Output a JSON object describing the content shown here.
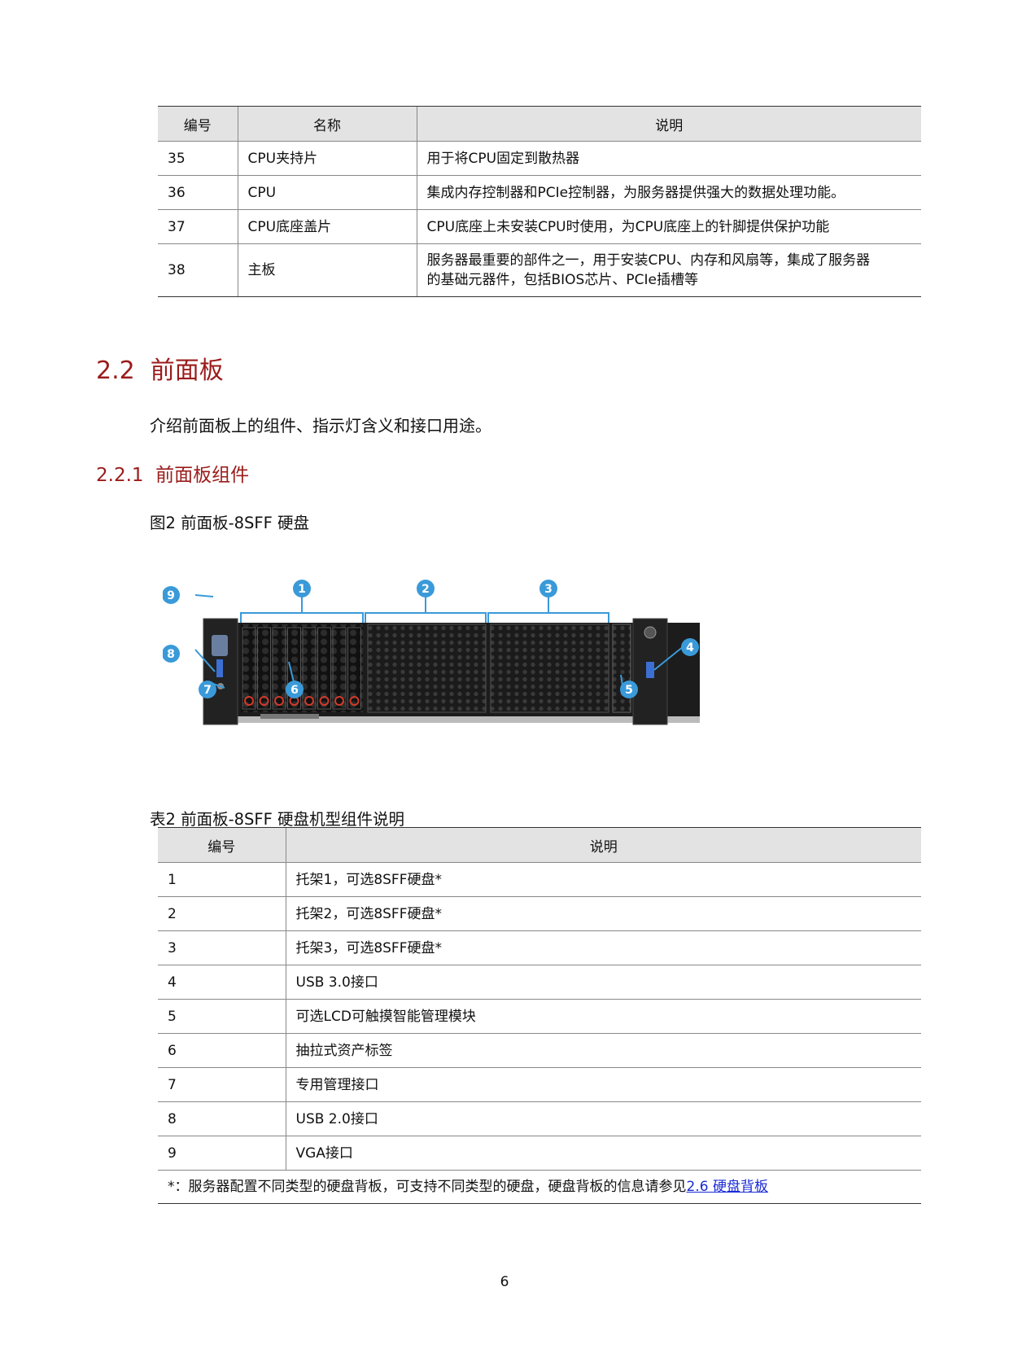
{
  "table1": {
    "headers": [
      "编号",
      "名称",
      "说明"
    ],
    "rows": [
      {
        "num": "35",
        "name": "CPU夹持片",
        "desc": "用于将CPU固定到散热器"
      },
      {
        "num": "36",
        "name": "CPU",
        "desc": "集成内存控制器和PCIe控制器，为服务器提供强大的数据处理功能。"
      },
      {
        "num": "37",
        "name": "CPU底座盖片",
        "desc": "CPU底座上未安装CPU时使用，为CPU底座上的针脚提供保护功能"
      },
      {
        "num": "38",
        "name": "主板",
        "desc_line1": "服务器最重要的部件之一，用于安装CPU、内存和风扇等，集成了服务器",
        "desc_line2": "的基础元器件，包括BIOS芯片、PCIe插槽等"
      }
    ]
  },
  "section": {
    "number": "2.2",
    "title": "前面板",
    "intro": "介绍前面板上的组件、指示灯含义和接口用途。"
  },
  "subsection": {
    "number": "2.2.1",
    "title": "前面板组件"
  },
  "figure": {
    "caption": "图2 前面板-8SFF 硬盘",
    "callouts": [
      "1",
      "2",
      "3",
      "4",
      "5",
      "6",
      "7",
      "8",
      "9"
    ]
  },
  "table2": {
    "caption": "表2 前面板-8SFF 硬盘机型组件说明",
    "headers": [
      "编号",
      "说明"
    ],
    "rows": [
      {
        "num": "1",
        "desc": "托架1，可选8SFF硬盘*"
      },
      {
        "num": "2",
        "desc": "托架2，可选8SFF硬盘*"
      },
      {
        "num": "3",
        "desc": "托架3，可选8SFF硬盘*"
      },
      {
        "num": "4",
        "desc": "USB 3.0接口"
      },
      {
        "num": "5",
        "desc": "可选LCD可触摸智能管理模块"
      },
      {
        "num": "6",
        "desc": "抽拉式资产标签"
      },
      {
        "num": "7",
        "desc": "专用管理接口"
      },
      {
        "num": "8",
        "desc": "USB 2.0接口"
      },
      {
        "num": "9",
        "desc": "VGA接口"
      }
    ],
    "footnote_prefix": "*：服务器配置不同类型的硬盘背板，可支持不同类型的硬盘，硬盘背板的信息请参见",
    "footnote_link": "2.6  硬盘背板"
  },
  "page_number": "6",
  "colors": {
    "heading": "#9b1b1b",
    "callout": "#3a9ad9",
    "link": "#1a2bd6"
  }
}
